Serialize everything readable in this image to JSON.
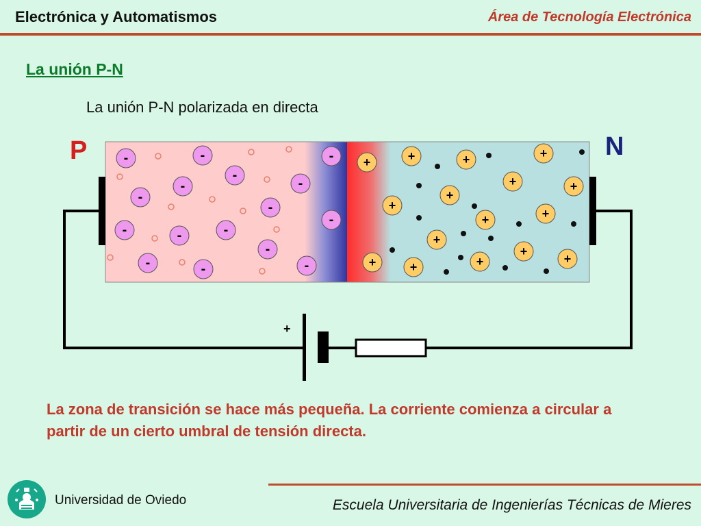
{
  "header": {
    "left_title": "Electrónica y Automatismos",
    "right_title": "Área de Tecnología Electrónica"
  },
  "section_title": "La unión P-N",
  "subtitle": "La unión P-N polarizada en directa",
  "diagram": {
    "label_p": "P",
    "label_n": "N",
    "minus_symbol": "-",
    "plus_symbol": "+",
    "battery_plus_label": "+",
    "colors": {
      "p_region": "#ffcccc",
      "n_region": "#b8e0e0",
      "depletion_negative": "#2a2f9a",
      "depletion_positive": "#ff2b2b",
      "acceptor_ion": "#ee99ee",
      "donor_ion": "#ffcc66",
      "hole": "#e8806c",
      "electron": "#111111",
      "p_label": "#d62020",
      "n_label": "#1a237e"
    }
  },
  "bottom_text": "La zona de transición se hace más pequeña. La corriente comienza a circular a partir de un cierto umbral de tensión directa.",
  "footer": {
    "university": "Universidad de Oviedo",
    "school": "Escuela Universitaria de Ingenierías Técnicas de Mieres"
  },
  "icons": {
    "logo": "university-logo-icon"
  }
}
